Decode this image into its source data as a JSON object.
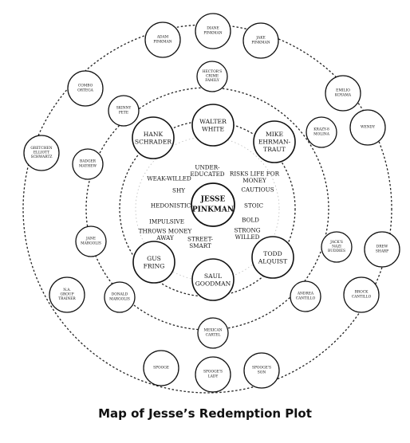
{
  "title": "Map of Jesse’s Redemption Plot",
  "center": {
    "lines": [
      "JESSE",
      "PINKMAN"
    ]
  },
  "traits": [
    {
      "id": "under-educated",
      "lines": [
        "UNDER-",
        "EDUCATED"
      ]
    },
    {
      "id": "weak-willed",
      "lines": [
        "WEAK-WILLED"
      ]
    },
    {
      "id": "shy",
      "lines": [
        "SHY"
      ]
    },
    {
      "id": "hedonistic",
      "lines": [
        "HEDONISTIC"
      ]
    },
    {
      "id": "impulsive",
      "lines": [
        "IMPULSIVE"
      ]
    },
    {
      "id": "throws-money-away",
      "lines": [
        "THROWS MONEY",
        "AWAY"
      ]
    },
    {
      "id": "street-smart",
      "lines": [
        "STREET-",
        "SMART"
      ]
    },
    {
      "id": "strong-willed",
      "lines": [
        "STRONG",
        "WILLED"
      ]
    },
    {
      "id": "bold",
      "lines": [
        "BOLD"
      ]
    },
    {
      "id": "stoic",
      "lines": [
        "STOIC"
      ]
    },
    {
      "id": "cautious",
      "lines": [
        "CAUTIOUS"
      ]
    },
    {
      "id": "risks-life-for-money",
      "lines": [
        "RISKS LIFE FOR",
        "MONEY"
      ]
    }
  ],
  "ring_major": [
    {
      "id": "walter-white",
      "lines": [
        "WALTER",
        "WHITE"
      ]
    },
    {
      "id": "hank-schrader",
      "lines": [
        "HANK",
        "SCHRADER"
      ]
    },
    {
      "id": "mike-ehrmantraut",
      "lines": [
        "MIKE",
        "EHRMAN-",
        "TRAUT"
      ]
    },
    {
      "id": "gus-fring",
      "lines": [
        "GUS",
        "FRING"
      ]
    },
    {
      "id": "todd-alquist",
      "lines": [
        "TODD",
        "ALQUIST"
      ]
    },
    {
      "id": "saul-goodman",
      "lines": [
        "SAUL",
        "GOODMAN"
      ]
    }
  ],
  "ring_middle": [
    {
      "id": "hectors-crime-family",
      "lines": [
        "HECTOR'S",
        "CRIME",
        "FAMILY"
      ]
    },
    {
      "id": "skinny-pete",
      "lines": [
        "SKINNY",
        "PETE"
      ]
    },
    {
      "id": "krazy-8-molina",
      "lines": [
        "KRAZY-8",
        "MOLINA"
      ]
    },
    {
      "id": "badger-mayhew",
      "lines": [
        "BADGER",
        "MAYHEW"
      ]
    },
    {
      "id": "jane-margolis",
      "lines": [
        "JANE",
        "MARGOLIS"
      ]
    },
    {
      "id": "jacks-nazi-buddies",
      "lines": [
        "JACK'S",
        "NAZI",
        "BUDDIES"
      ]
    },
    {
      "id": "donald-margolis",
      "lines": [
        "DONALD",
        "MARGOLIS"
      ]
    },
    {
      "id": "andrea-cantillo",
      "lines": [
        "ANDREA",
        "CANTILLO"
      ]
    },
    {
      "id": "mexican-cartel",
      "lines": [
        "MEXICAN",
        "CARTEL"
      ]
    }
  ],
  "ring_outer": [
    {
      "id": "diane-pinkman",
      "lines": [
        "DIANE",
        "PINKMAN"
      ]
    },
    {
      "id": "adam-pinkman",
      "lines": [
        "ADAM",
        "PINKMAN"
      ]
    },
    {
      "id": "jake-pinkman",
      "lines": [
        "JAKE",
        "PINKMAN"
      ]
    },
    {
      "id": "combo-ortega",
      "lines": [
        "COMBO",
        "ORTEGA"
      ]
    },
    {
      "id": "emilio-koyama",
      "lines": [
        "EMILIO",
        "KOYAMA"
      ]
    },
    {
      "id": "wendy",
      "lines": [
        "WENDY"
      ]
    },
    {
      "id": "gretchen-elliott-schwartz",
      "lines": [
        "GRETCHEN",
        "ELLIOTT",
        "SCHWARTZ"
      ]
    },
    {
      "id": "drew-sharp",
      "lines": [
        "DREW",
        "SHARP"
      ]
    },
    {
      "id": "nai-group-trainer",
      "lines": [
        "N.A.",
        "GROUP",
        "TRAINER"
      ]
    },
    {
      "id": "brock-cantillo",
      "lines": [
        "BROCK",
        "CANTILLO"
      ]
    },
    {
      "id": "spooge",
      "lines": [
        "SPOOGE"
      ]
    },
    {
      "id": "spooges-lady",
      "lines": [
        "SPOOGE'S",
        "LADY"
      ]
    },
    {
      "id": "spooges-son",
      "lines": [
        "SPOOGE'S",
        "SON"
      ]
    }
  ]
}
